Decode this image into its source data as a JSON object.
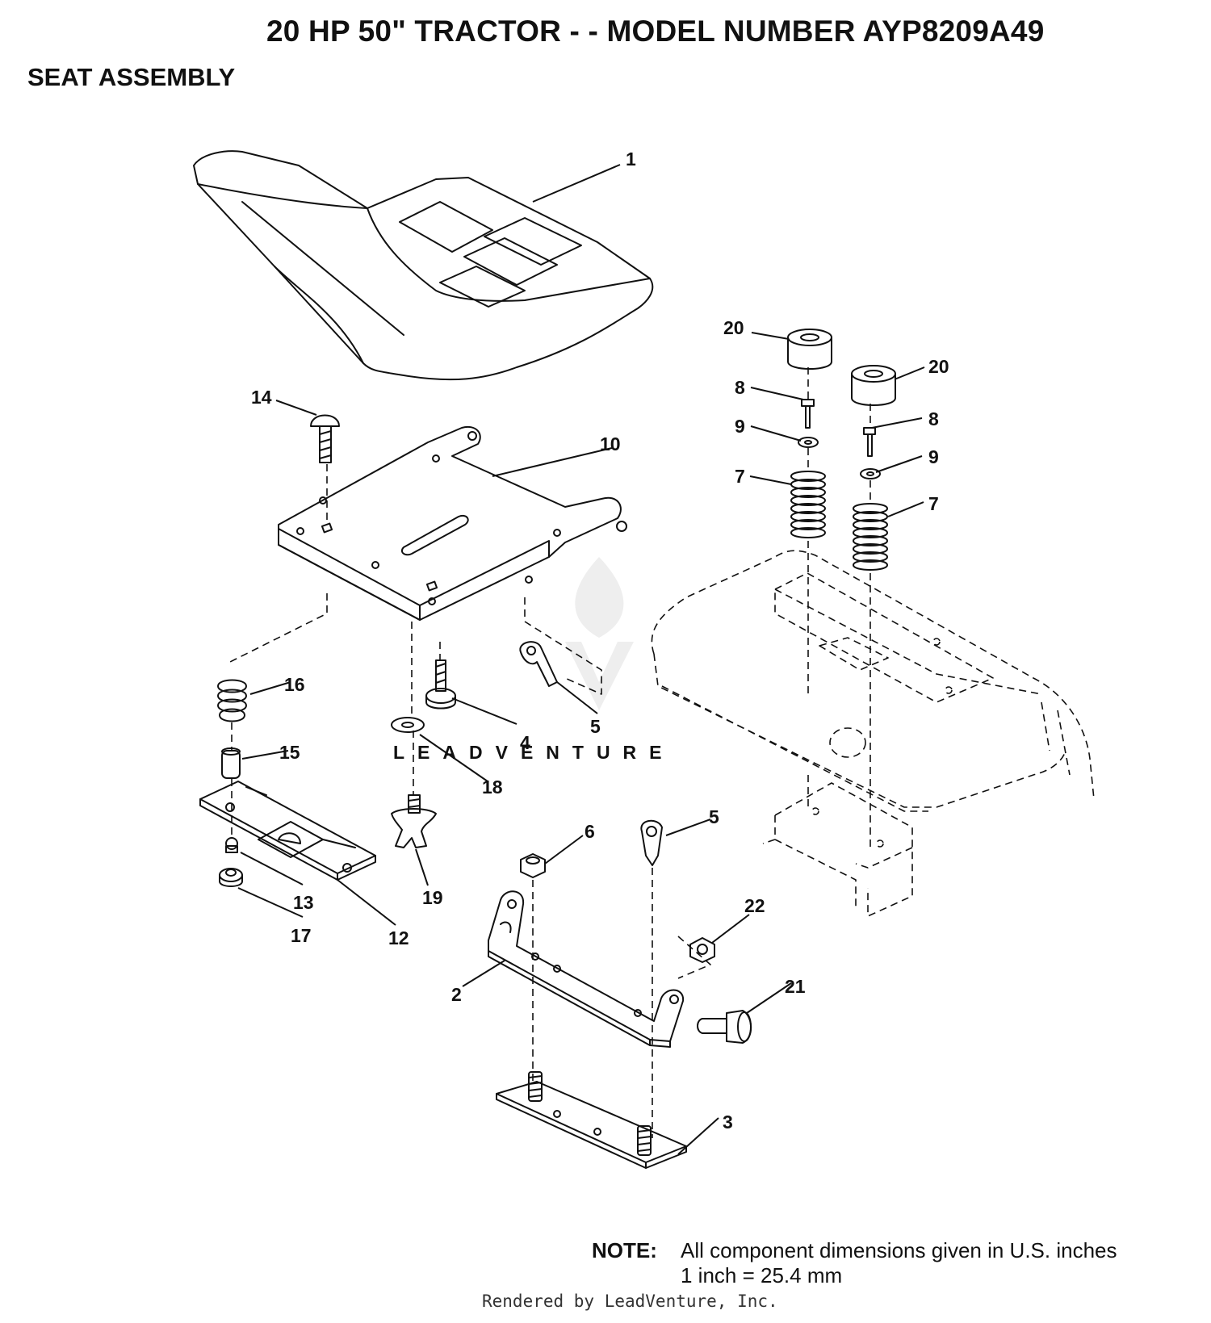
{
  "header": {
    "title": "20 HP 50\" TRACTOR - - MODEL NUMBER AYP8209A49",
    "section": "SEAT ASSEMBLY"
  },
  "diagram": {
    "watermark": "LEADVENTURE",
    "callouts": {
      "c1": "1",
      "c2": "2",
      "c3": "3",
      "c4": "4",
      "c5a": "5",
      "c5b": "5",
      "c6": "6",
      "c7a": "7",
      "c7b": "7",
      "c8a": "8",
      "c8b": "8",
      "c9a": "9",
      "c9b": "9",
      "c10": "10",
      "c12": "12",
      "c13": "13",
      "c14": "14",
      "c15": "15",
      "c16": "16",
      "c17": "17",
      "c18": "18",
      "c19": "19",
      "c20a": "20",
      "c20b": "20",
      "c21": "21",
      "c22": "22"
    }
  },
  "note": {
    "label": "NOTE:",
    "line1": "All component dimensions given in U.S. inches",
    "line2": "1 inch = 25.4 mm"
  },
  "footer": {
    "credit": "Rendered by LeadVenture, Inc."
  }
}
